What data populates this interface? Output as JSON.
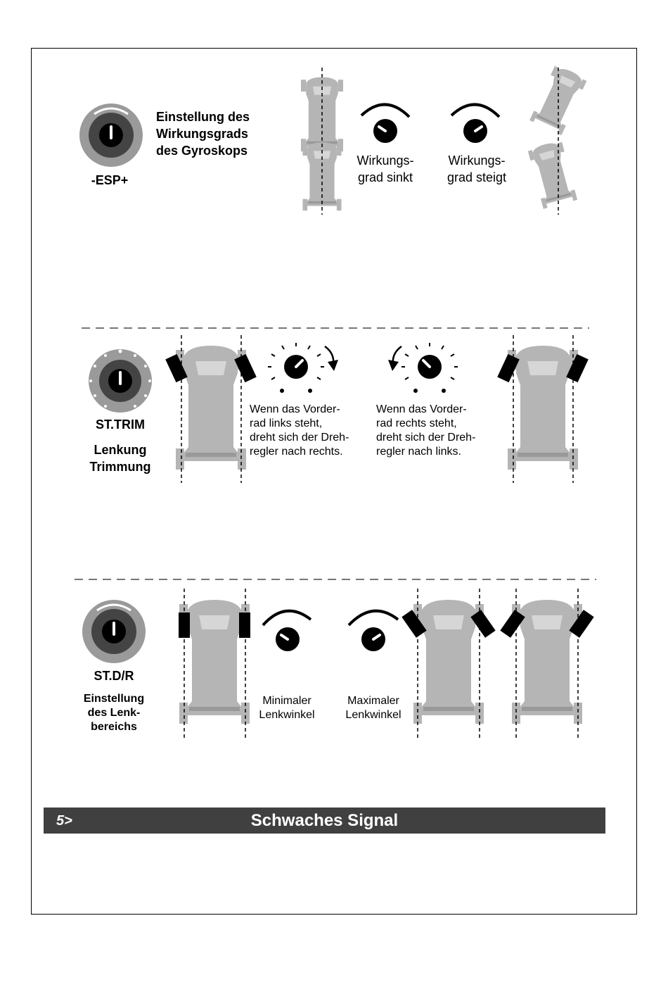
{
  "esp": {
    "knob_label": "-ESP+",
    "title_lines": [
      "Einstellung des",
      "Wirkungsgrads",
      "des Gyroskops"
    ],
    "decrease_lines": [
      "Wirkungs-",
      "grad sinkt"
    ],
    "increase_lines": [
      "Wirkungs-",
      "grad steigt"
    ]
  },
  "trim": {
    "knob_label": "ST.TRIM",
    "title_lines": [
      "Lenkung",
      "Trimmung"
    ],
    "left_lines": [
      "Wenn das Vorder-",
      "rad links steht,",
      "dreht sich der Dreh-",
      "regler nach rechts."
    ],
    "right_lines": [
      "Wenn das Vorder-",
      "rad rechts steht,",
      "dreht sich der Dreh-",
      "regler nach links."
    ]
  },
  "dr": {
    "knob_label": "ST.D/R",
    "title_lines": [
      "Einstellung",
      "des Lenk-",
      "bereichs"
    ],
    "min_lines": [
      "Minimaler",
      "Lenkwinkel"
    ],
    "max_lines": [
      "Maximaler",
      "Lenkwinkel"
    ]
  },
  "section": {
    "number": "5>",
    "title": "Schwaches Signal"
  },
  "colors": {
    "car": "#b5b5b5",
    "knob_ring": "#9a9a9a",
    "knob_inner": "#444444",
    "banner": "#404040"
  }
}
